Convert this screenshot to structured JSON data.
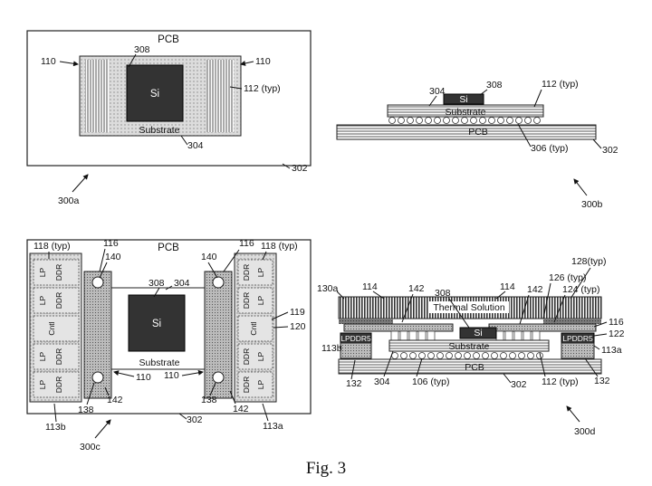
{
  "figure": {
    "caption": "Fig. 3",
    "views": [
      {
        "id": "300a",
        "labels": {
          "board": "PCB",
          "die": "Si",
          "substrate": "Substrate"
        },
        "refs": {
          "left_pads": "110",
          "right_pads": "110",
          "die": "308",
          "balls": "112 (typ)",
          "substrate": "304",
          "pcb": "302",
          "view": "300a"
        }
      },
      {
        "id": "300b",
        "labels": {
          "die": "Si",
          "substrate": "Substrate",
          "board": "PCB"
        },
        "refs": {
          "substrate": "304",
          "die": "308",
          "balls": "112 (typ)",
          "bumps": "306 (typ)",
          "pcb": "302",
          "view": "300b"
        }
      },
      {
        "id": "300c",
        "labels": {
          "board": "PCB",
          "die": "Si",
          "substrate": "Substrate",
          "lp": "LP",
          "ddr": "DDR",
          "cntl": "Cntl"
        },
        "refs": {
          "typ_left": "118 (typ)",
          "typ_right": "118 (typ)",
          "bridge_left": "116",
          "bridge_right": "116",
          "via_tl": "140",
          "via_tr": "140",
          "die": "308",
          "substrate": "304",
          "r119": "119",
          "r120": "120",
          "pad_left": "110",
          "pad_right": "110",
          "via_bl": "138",
          "via_br": "138",
          "sub_bl": "142",
          "sub_br": "142",
          "mod_left": "113b",
          "mod_right": "113a",
          "pcb": "302",
          "view": "300c"
        }
      },
      {
        "id": "300d",
        "labels": {
          "thermal": "Thermal Solution",
          "die": "Si",
          "substrate": "Substrate",
          "board": "PCB",
          "mem": "LPDDR5"
        },
        "refs": {
          "r128": "128(typ)",
          "r130a": "130a",
          "r114a": "114",
          "r114b": "114",
          "r142a": "142",
          "r142b": "142",
          "r308": "308",
          "r126": "126 (typ)",
          "r124": "124 (typ)",
          "r116": "116",
          "r122": "122",
          "r113b": "113b",
          "r113a": "113a",
          "r132a": "132",
          "r132b": "132",
          "r304": "304",
          "r106": "106 (typ)",
          "r302": "302",
          "r112": "112 (typ)",
          "view": "300d"
        }
      }
    ]
  }
}
